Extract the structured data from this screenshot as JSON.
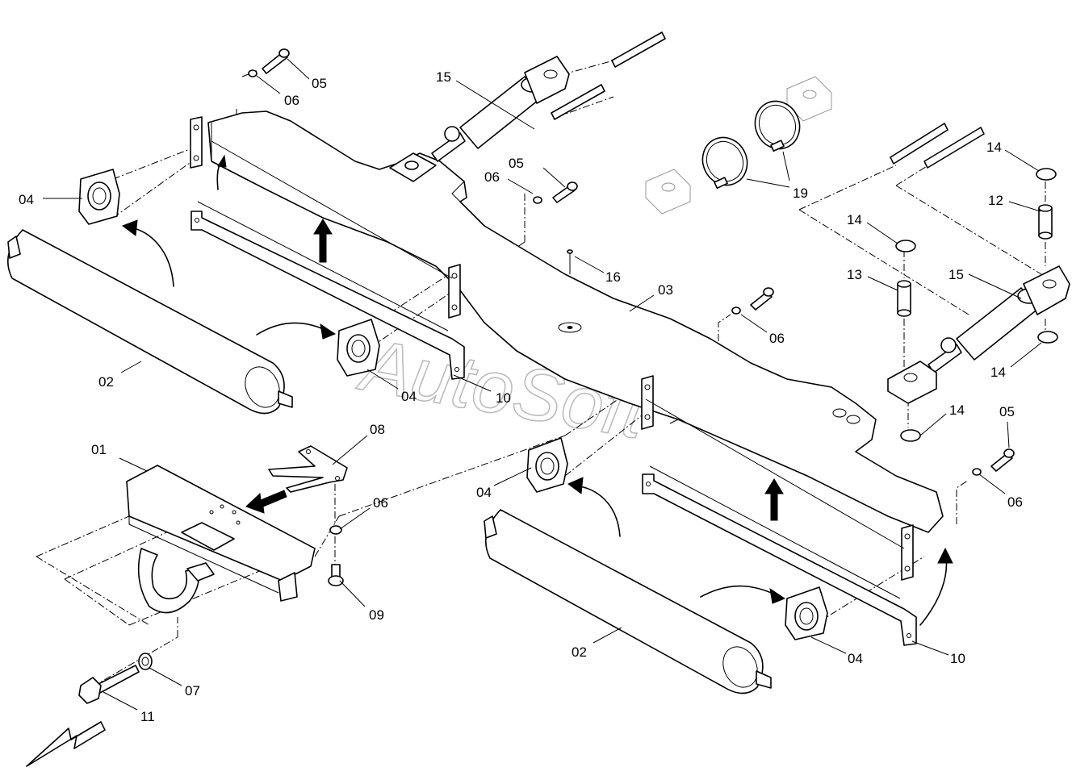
{
  "watermark": "AutoSoft",
  "labels": {
    "p01": "01",
    "p02a": "02",
    "p02b": "02",
    "p03": "03",
    "p04a": "04",
    "p04b": "04",
    "p04c": "04",
    "p04d": "04",
    "p05a": "05",
    "p05b": "05",
    "p05c": "05",
    "p06a": "06",
    "p06b": "06",
    "p06c": "06",
    "p06d": "06",
    "p06e": "06",
    "p07": "07",
    "p08": "08",
    "p09": "09",
    "p10a": "10",
    "p10b": "10",
    "p11": "11",
    "p12": "12",
    "p13": "13",
    "p14a": "14",
    "p14b": "14",
    "p14c": "14",
    "p14d": "14",
    "p15a": "15",
    "p15b": "15",
    "p16": "16",
    "p19": "19"
  }
}
